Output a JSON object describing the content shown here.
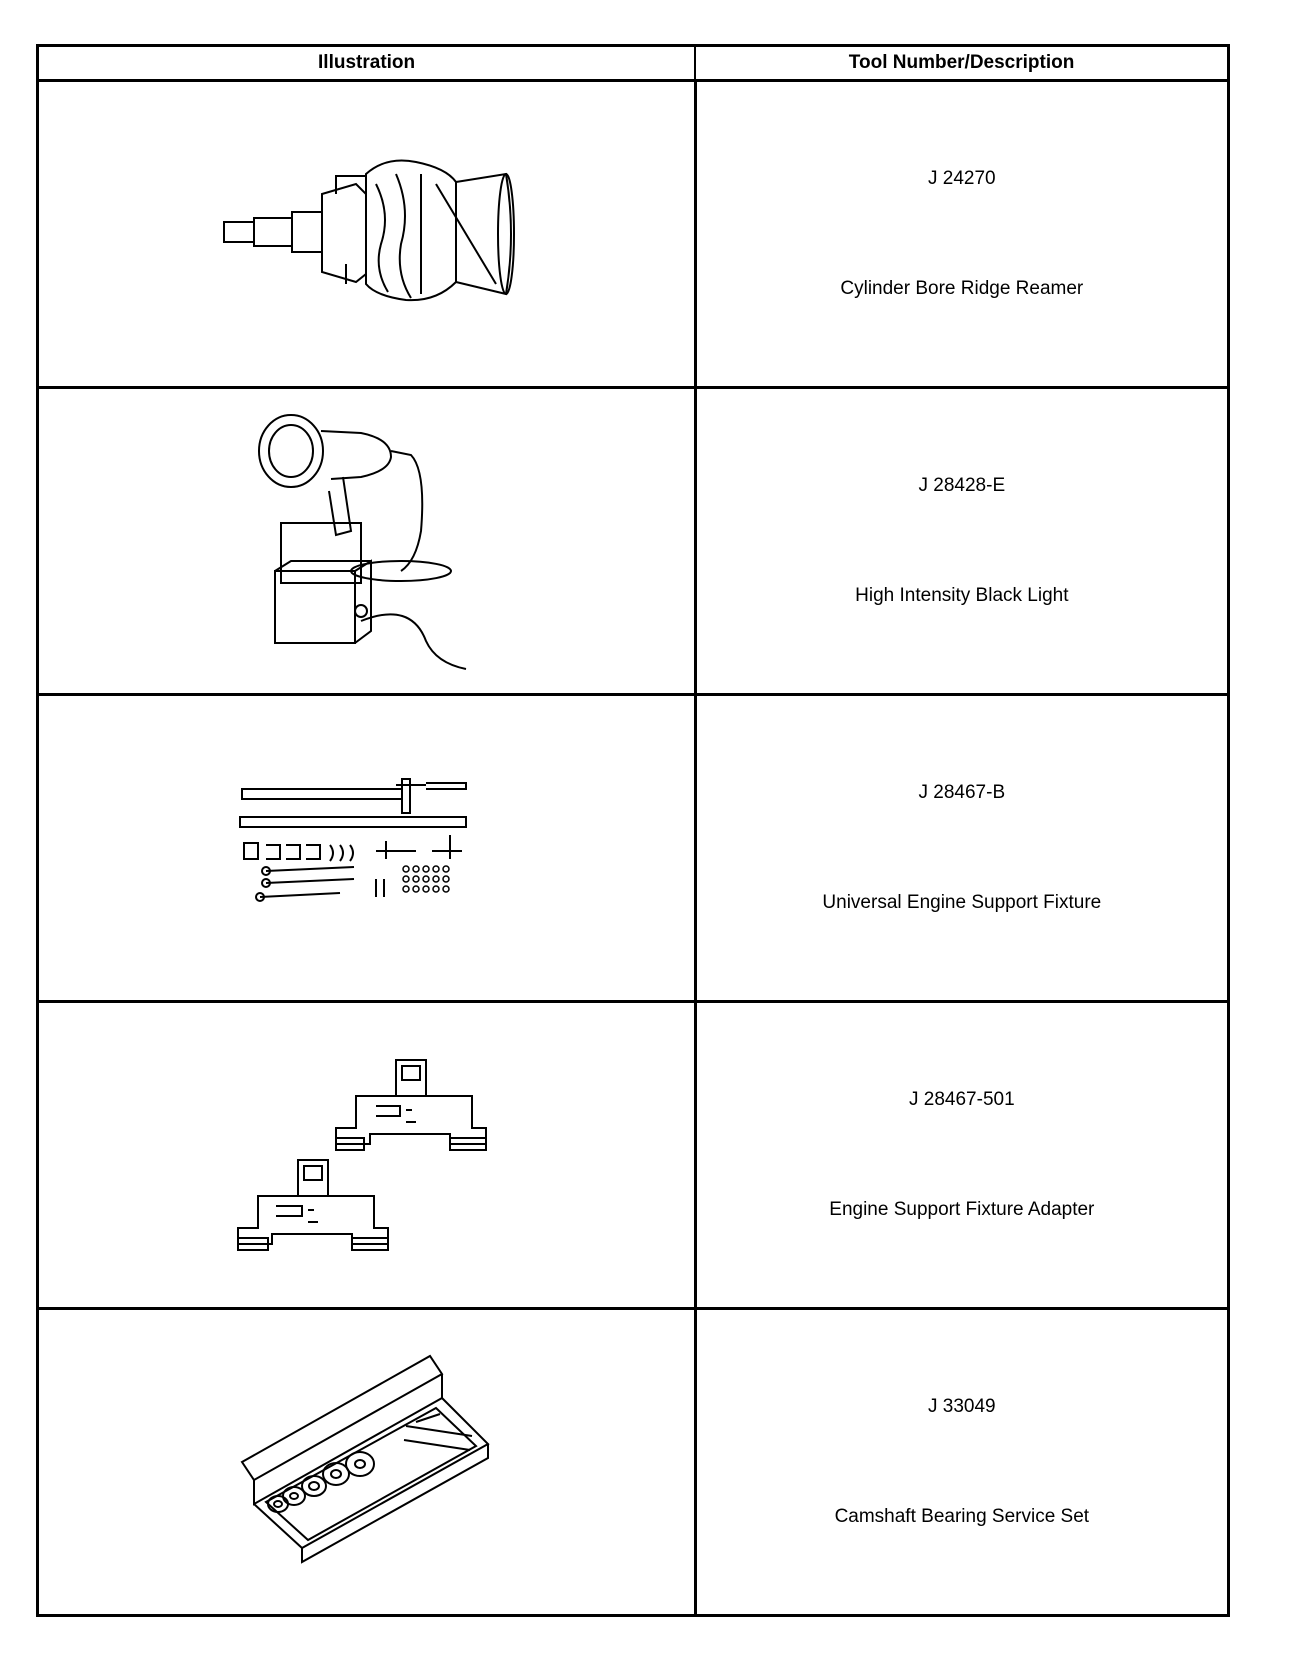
{
  "table": {
    "headers": {
      "illustration": "Illustration",
      "tool": "Tool Number/Description"
    },
    "rows": [
      {
        "number": "J 24270",
        "description": "Cylinder Bore Ridge Reamer",
        "icon": "ridge-reamer-icon"
      },
      {
        "number": "J 28428-E",
        "description": "High Intensity Black Light",
        "icon": "black-light-icon"
      },
      {
        "number": "J 28467-B",
        "description": "Universal Engine Support Fixture",
        "icon": "support-fixture-kit-icon"
      },
      {
        "number": "J 28467-501",
        "description": "Engine Support Fixture Adapter",
        "icon": "fixture-adapter-icon"
      },
      {
        "number": "J 33049",
        "description": "Camshaft Bearing Service Set",
        "icon": "camshaft-bearing-set-icon"
      }
    ]
  }
}
